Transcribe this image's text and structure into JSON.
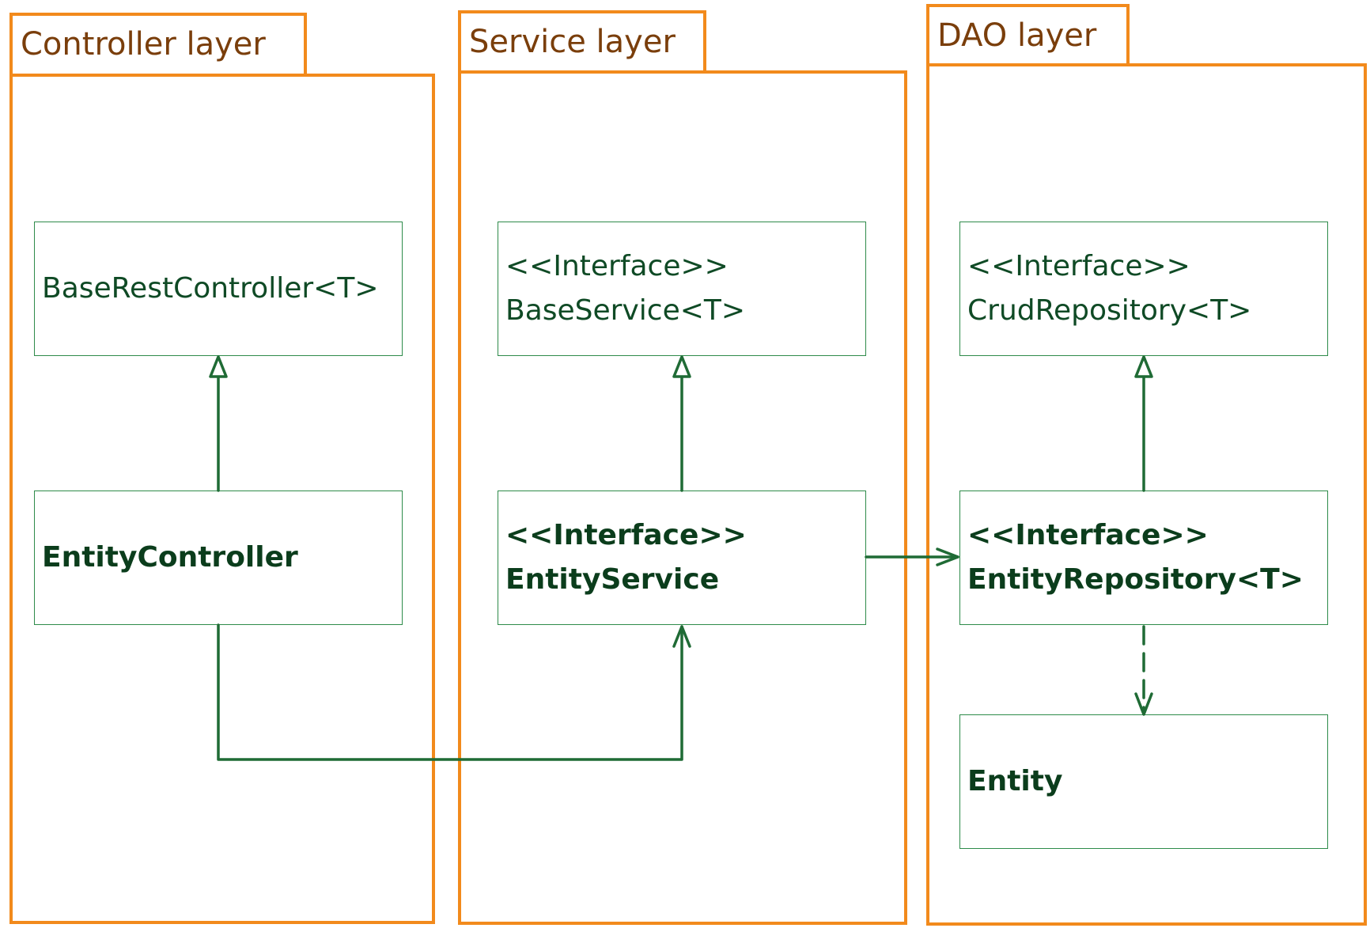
{
  "packages": {
    "controller": {
      "title": "Controller layer"
    },
    "service": {
      "title": "Service layer"
    },
    "dao": {
      "title": "DAO layer"
    }
  },
  "classes": {
    "base_rest_controller": {
      "name": "BaseRestController<T>"
    },
    "entity_controller": {
      "name": "EntityController"
    },
    "base_service": {
      "stereotype": "<<Interface>>",
      "name": "BaseService<T>"
    },
    "entity_service": {
      "stereotype": "<<Interface>>",
      "name": "EntityService"
    },
    "crud_repository": {
      "stereotype": "<<Interface>>",
      "name": "CrudRepository<T>"
    },
    "entity_repository": {
      "stereotype": "<<Interface>>",
      "name": "EntityRepository<T>"
    },
    "entity": {
      "name": "Entity"
    }
  },
  "relations": [
    {
      "type": "generalization",
      "from": "EntityController",
      "to": "BaseRestController<T>"
    },
    {
      "type": "generalization",
      "from": "EntityService",
      "to": "BaseService<T>"
    },
    {
      "type": "generalization",
      "from": "EntityRepository<T>",
      "to": "CrudRepository<T>"
    },
    {
      "type": "association",
      "from": "EntityController",
      "to": "EntityService"
    },
    {
      "type": "association",
      "from": "EntityService",
      "to": "EntityRepository<T>"
    },
    {
      "type": "dependency",
      "from": "EntityRepository<T>",
      "to": "Entity"
    }
  ],
  "colors": {
    "package_border": "#f28a1c",
    "package_title": "#7a3e0b",
    "class_border": "#2e8b4a",
    "class_text": "#0f4a25",
    "connector": "#1f6b35"
  }
}
